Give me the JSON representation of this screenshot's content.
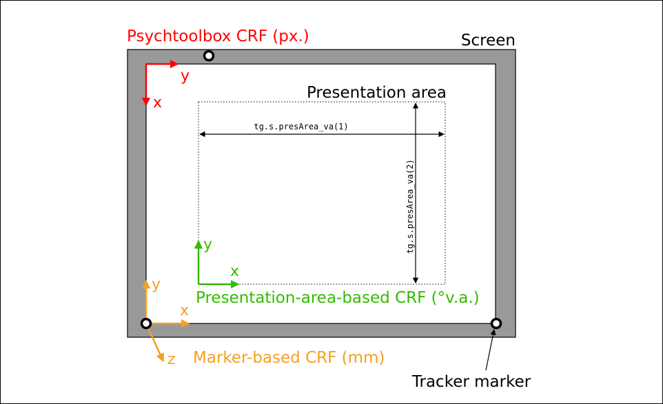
{
  "labels": {
    "screen": "Screen",
    "presentation_area": "Presentation area",
    "pres_width_param": "tg.s.presArea_va(1)",
    "pres_height_param": "tg.s.presArea_va(2)",
    "tracker_marker": "Tracker marker"
  },
  "frames": {
    "psychtoolbox": {
      "title": "Psychtoolbox CRF (px.)",
      "axis_a": "y",
      "axis_b": "x",
      "color": "#ff0000"
    },
    "presentation": {
      "title": "Presentation-area-based CRF (°v.a.)",
      "axis_a": "y",
      "axis_b": "x",
      "color": "#33bb00"
    },
    "marker": {
      "title": "Marker-based CRF (mm)",
      "axis_a": "y",
      "axis_b": "x",
      "axis_c": "z",
      "color": "#f5a01e"
    }
  },
  "colors": {
    "bezel": "#999999",
    "outline": "#000000"
  }
}
